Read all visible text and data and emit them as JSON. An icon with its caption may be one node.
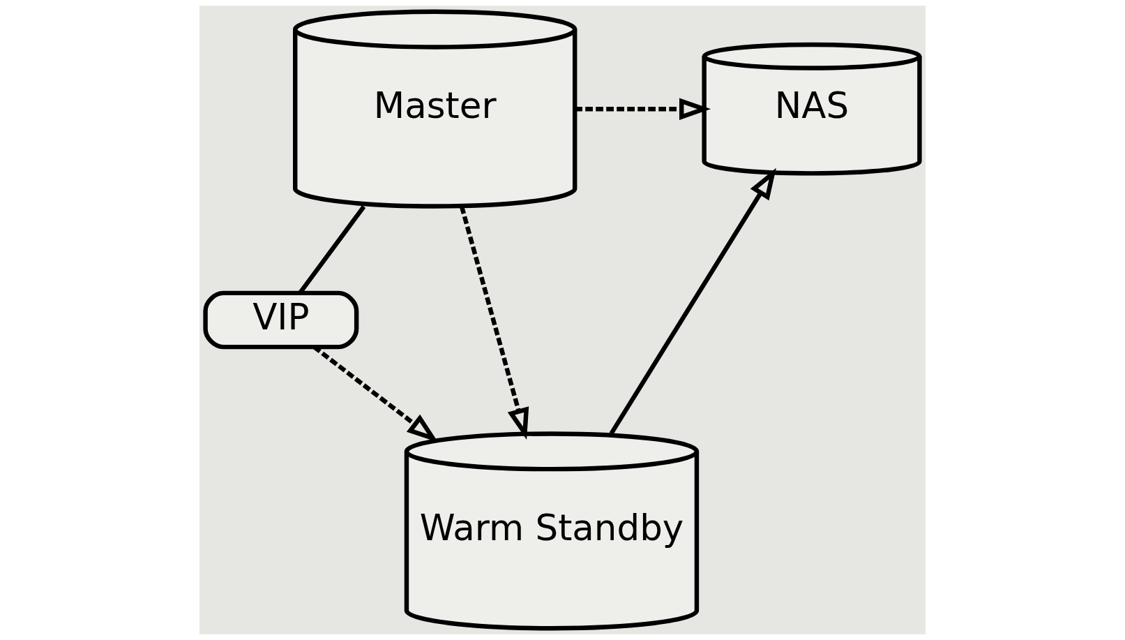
{
  "diagram": {
    "nodes": [
      {
        "text": [
          "Master"
        ]
      },
      {
        "text": [
          "VIP"
        ]
      },
      {
        "text": [
          "Warm Standby"
        ]
      },
      {
        "text": [
          "NAS"
        ]
      }
    ],
    "edges": [
      {
        "from": 0,
        "to": 3,
        "arrow": "to",
        "style": "dashed"
      },
      {
        "from": 0,
        "to": 2,
        "arrow": "to",
        "style": "dashed"
      },
      {
        "from": 0,
        "to": 1,
        "arrow": "none"
      },
      {
        "from": 1,
        "to": 2,
        "arrow": "to",
        "style": "dashed"
      },
      {
        "from": 2,
        "to": 3,
        "arrow": "to"
      }
    ]
  }
}
